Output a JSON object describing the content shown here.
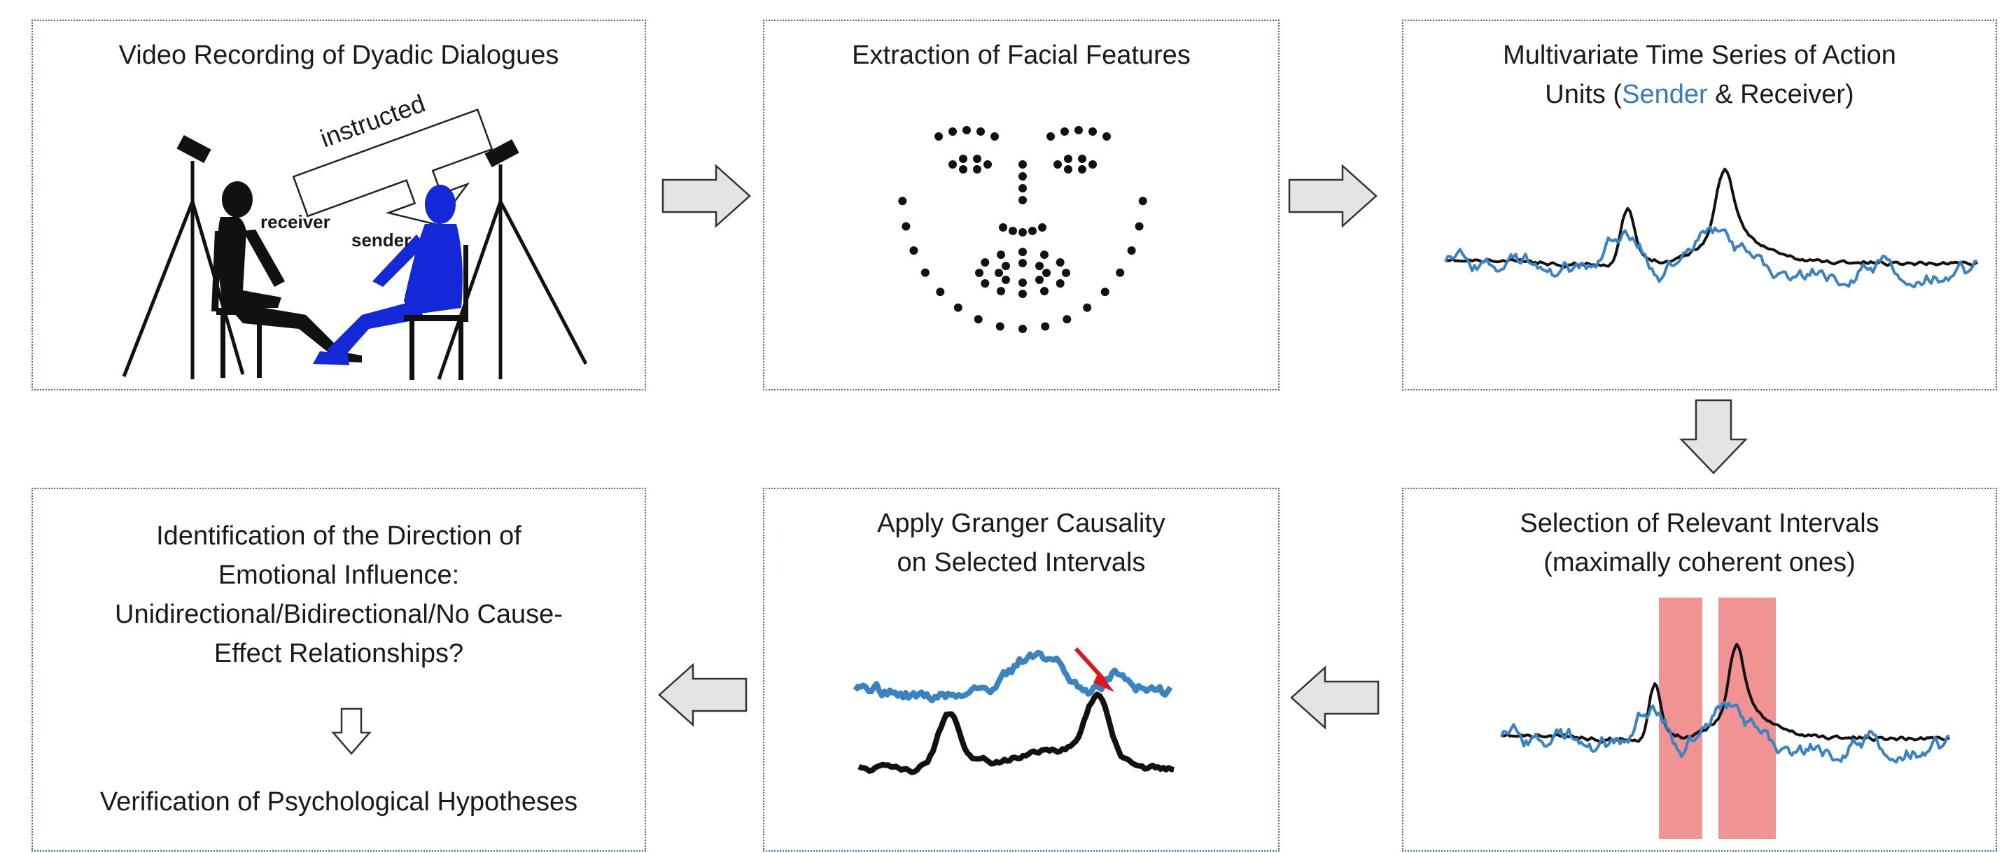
{
  "panels": {
    "video": {
      "title": "Video Recording of Dyadic Dialogues",
      "instructed": "instructed",
      "receiver": "receiver",
      "sender": "sender"
    },
    "facial": {
      "title": "Extraction of Facial Features"
    },
    "timeseries": {
      "title_line1": "Multivariate Time Series of  Action",
      "title_line2_a": "Units (",
      "title_line2_sender": "Sender",
      "title_line2_b": "  & Receiver)"
    },
    "selection": {
      "title_line1": "Selection of  Relevant  Intervals",
      "title_line2": "(maximally coherent ones)"
    },
    "granger": {
      "title_line1": "Apply Granger Causality",
      "title_line2": "on Selected Intervals"
    },
    "identification": {
      "line1": "Identification of the Direction of",
      "line2": "Emotional Influence:",
      "line3": "Unidirectional/Bidirectional/No Cause-",
      "line4": "Effect Relationships?",
      "verification": "Verification of Psychological Hypotheses"
    }
  },
  "colors": {
    "sender": "#3a78b8",
    "receiver": "#111111",
    "interval": "#f08080",
    "border": "#4a6a9a",
    "arrow_fill": "#e4e4e4"
  }
}
